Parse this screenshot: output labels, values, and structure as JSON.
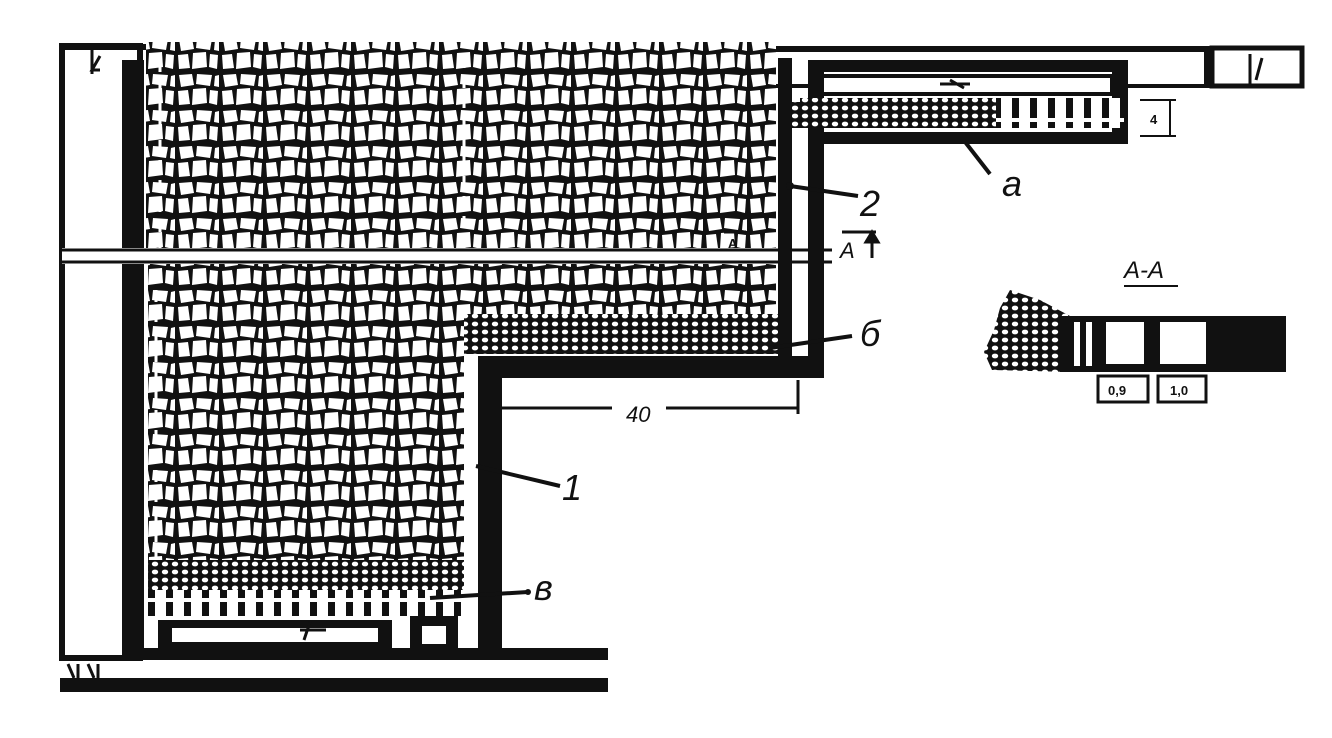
{
  "labels": {
    "item_1": "1",
    "item_2": "2",
    "letter_a": "а",
    "letter_b": "б",
    "letter_v": "в"
  },
  "dimensions": {
    "length_40": "40",
    "top_4": "4",
    "section_left": "0,9",
    "section_right": "1,0"
  },
  "section": {
    "title": "А-А",
    "marker": "А",
    "marker_small": "А"
  },
  "colors": {
    "ink": "#111111",
    "paper": "#ffffff"
  }
}
